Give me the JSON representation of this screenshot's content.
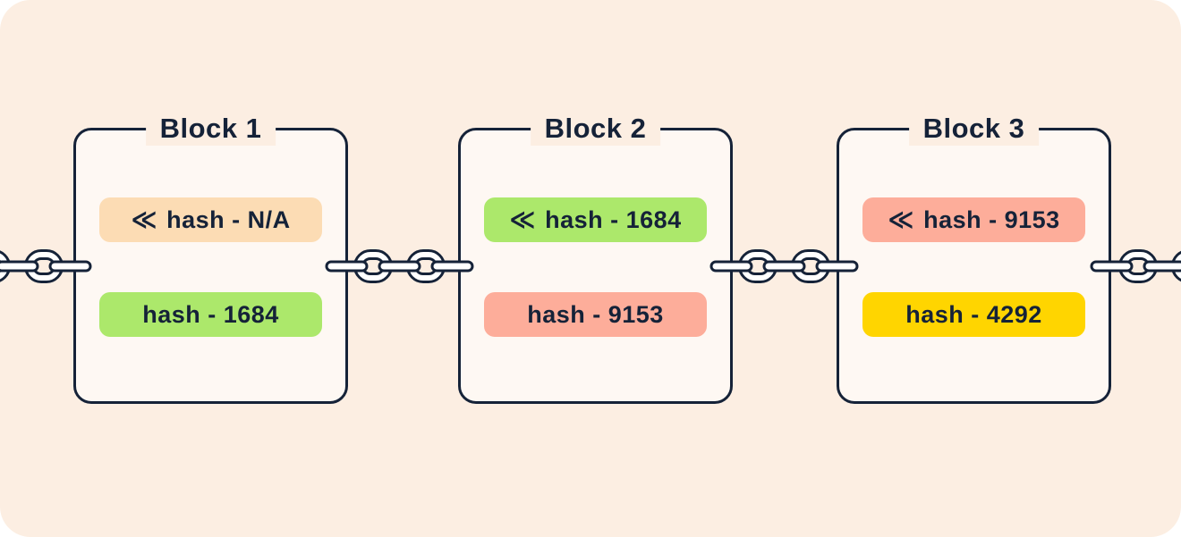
{
  "canvas": {
    "background": "#FFFFFF",
    "board_background": "#FCEEE2",
    "block_background": "#FEF8F3",
    "ink": "#152238",
    "chain": {
      "icon": "chain-link-icon",
      "outline": "#152238",
      "fill": "#FFFFFF"
    }
  },
  "blocks": [
    {
      "title": "Block 1",
      "prev_icon": "≪",
      "prev_hash": "hash - N/A",
      "prev_color": "#FCDCB4",
      "own_hash": "hash - 1684",
      "own_color": "#ACE86B"
    },
    {
      "title": "Block 2",
      "prev_icon": "≪",
      "prev_hash": "hash - 1684",
      "prev_color": "#ACE86B",
      "own_hash": "hash - 9153",
      "own_color": "#FDAD9A"
    },
    {
      "title": "Block 3",
      "prev_icon": "≪",
      "prev_hash": "hash - 9153",
      "prev_color": "#FDAD9A",
      "own_hash": "hash - 4292",
      "own_color": "#FFD500"
    }
  ]
}
